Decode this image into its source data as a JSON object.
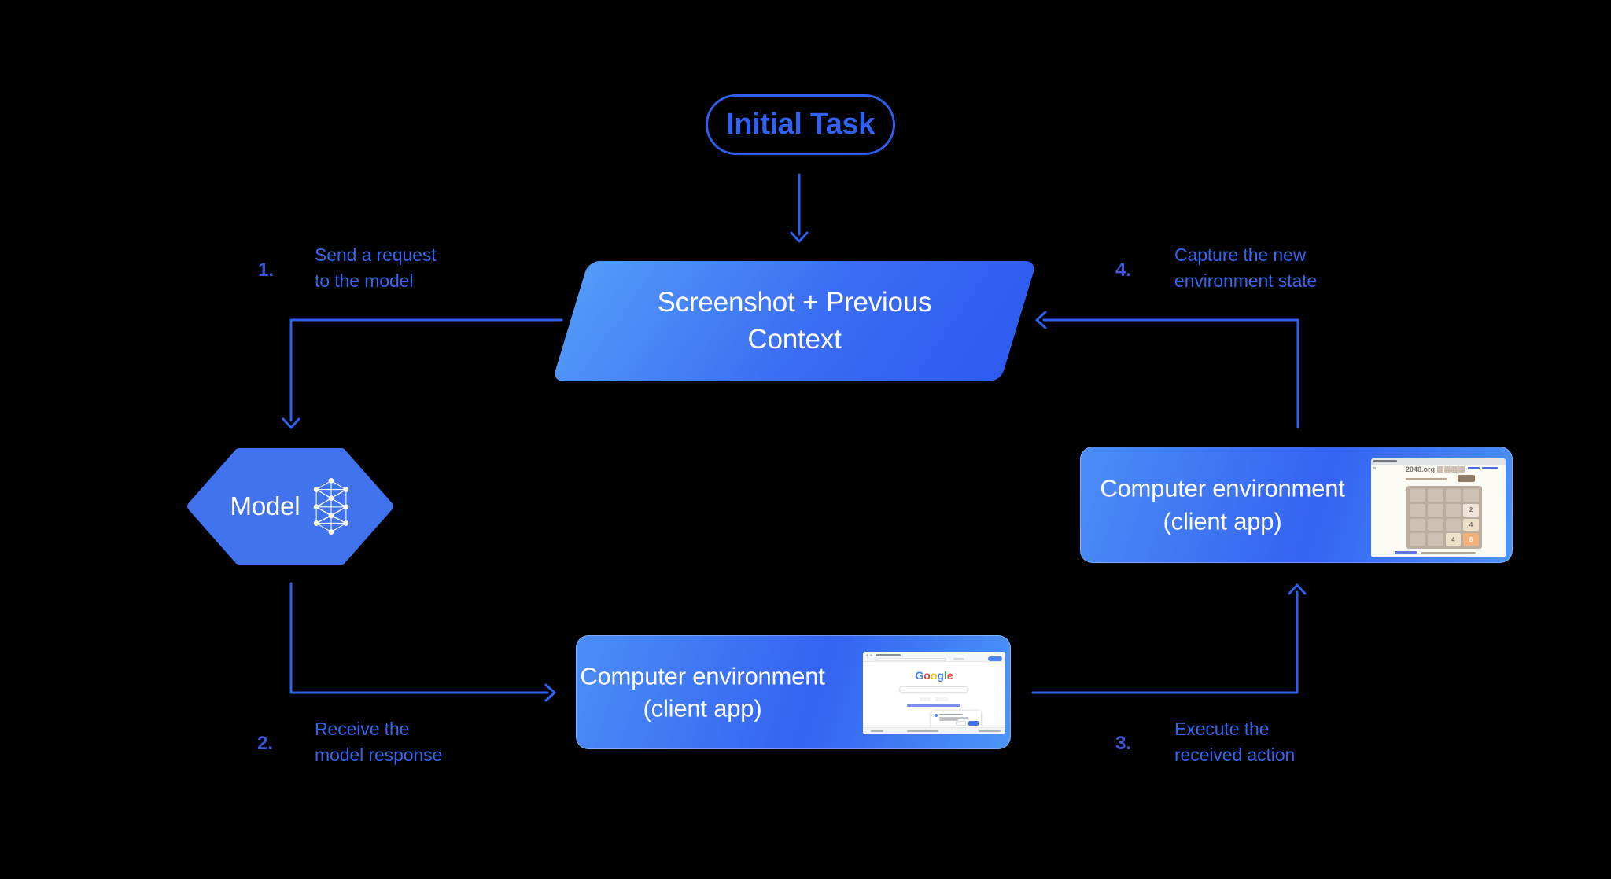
{
  "palette": {
    "background": "#000000",
    "arrow_blue": "#3060f1",
    "label_blue": "#3365f1",
    "number_blue": "#3a57d8",
    "shape_fill": "#4273ee",
    "shape_text": "#ffffff"
  },
  "initial_task": {
    "label": "Initial Task"
  },
  "screenshot_node": {
    "line1": "Screenshot + Previous",
    "line2": "Context"
  },
  "model_node": {
    "label": "Model",
    "icon": "neural-network-icon"
  },
  "env_node_right": {
    "line1": "Computer environment",
    "line2": "(client app)",
    "content": "2048-game-screenshot"
  },
  "env_node_bottom": {
    "line1": "Computer environment",
    "line2": "(client app)",
    "content": "google-homepage-screenshot"
  },
  "steps": [
    {
      "number": "1.",
      "line1": "Send a request",
      "line2": "to the model"
    },
    {
      "number": "2.",
      "line1": "Receive the",
      "line2": "model response"
    },
    {
      "number": "3.",
      "line1": "Execute the",
      "line2": "received action"
    },
    {
      "number": "4.",
      "line1": "Capture the new",
      "line2": "environment state"
    }
  ],
  "mini_2048": {
    "site_title": "2048.org",
    "grid": [
      [
        "",
        "",
        "",
        ""
      ],
      [
        "",
        "",
        "",
        "2"
      ],
      [
        "",
        "",
        "",
        "4"
      ],
      [
        "",
        "",
        "4",
        "8"
      ]
    ]
  },
  "mini_google": {
    "logo_letters": [
      {
        "ch": "G",
        "color": "#4285F4"
      },
      {
        "ch": "o",
        "color": "#EA4335"
      },
      {
        "ch": "o",
        "color": "#FBBC05"
      },
      {
        "ch": "g",
        "color": "#4285F4"
      },
      {
        "ch": "l",
        "color": "#34A853"
      },
      {
        "ch": "e",
        "color": "#EA4335"
      }
    ]
  }
}
